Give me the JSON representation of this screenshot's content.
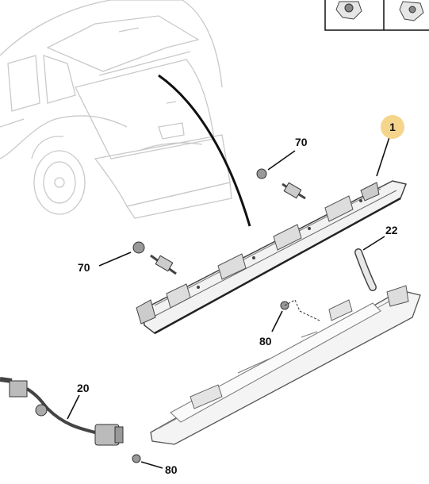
{
  "callouts": {
    "c1": "1",
    "c70a": "70",
    "c70b": "70",
    "c22": "22",
    "c80a": "80",
    "c80b": "80",
    "c20": "20"
  },
  "colors": {
    "highlight": "#f5d58c",
    "line": "#111111",
    "part_outline": "#555555",
    "car_outline": "#c8c8c8"
  }
}
